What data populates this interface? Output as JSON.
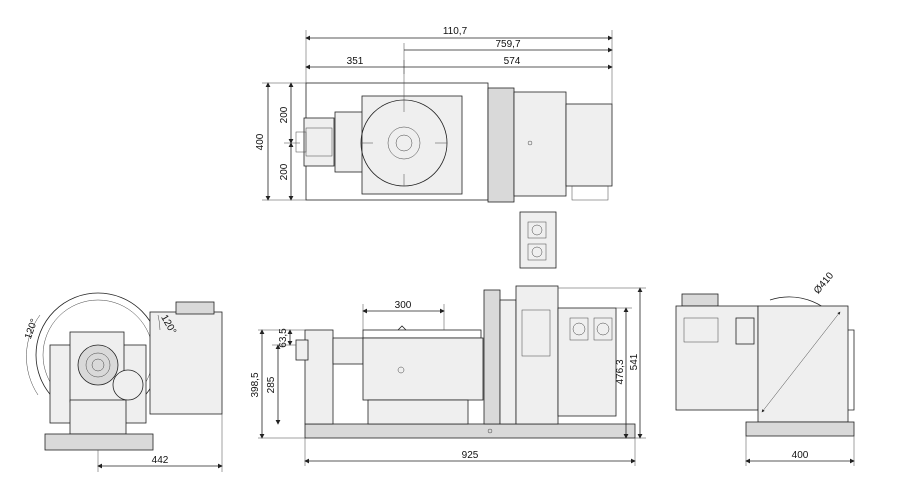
{
  "top_view": {
    "dim_overall": "110,7",
    "dim_offset": "759,7",
    "dim_left": "351",
    "dim_right": "574",
    "dim_height": "400",
    "dim_half_top": "200",
    "dim_half_bottom": "200"
  },
  "front_view": {
    "dim_table": "300",
    "dim_small": "63,5",
    "dim_axis": "285",
    "dim_total_left": "398,5",
    "dim_mid": "476,3",
    "dim_total_right": "541",
    "dim_length": "925"
  },
  "left_view": {
    "angle_left": "120°",
    "angle_right": "120°",
    "dim_width": "442"
  },
  "right_view": {
    "dim_diameter": "Ø410",
    "dim_width": "400"
  }
}
